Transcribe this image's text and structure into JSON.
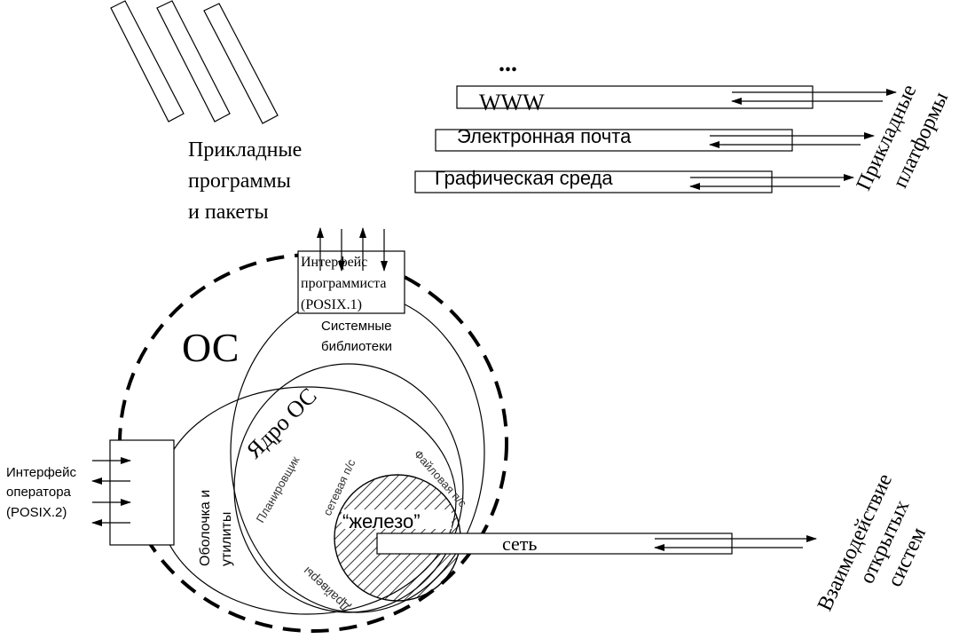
{
  "diagram": {
    "applications": {
      "line1": "Прикладные",
      "line2": "программы",
      "line3": "и пакеты"
    },
    "platform_items": {
      "ellipsis": "...",
      "www": "WWW",
      "email": "Электронная почта",
      "graphics": "Графическая среда"
    },
    "platforms": {
      "line1": "Прикладные",
      "line2": "платформы"
    },
    "programmer_interface": {
      "line1": "Интерфейс",
      "line2": "программиста",
      "line3": "(POSIX.1)"
    },
    "system_libraries": {
      "line1": "Системные",
      "line2": "библиотеки"
    },
    "os_label": "ОС",
    "kernel_label": "Ядро ОС",
    "shell": {
      "line1": "Оболочка и",
      "line2": "утилиты"
    },
    "operator_interface": {
      "line1": "Интерфейс",
      "line2": "оператора",
      "line3": "(POSIX.2)"
    },
    "scheduler": "Планировщик",
    "network_subsystem": "сетевая п/с",
    "file_subsystem": "Файловая п/с",
    "hardware": "“железо”",
    "drivers": "Драйверы",
    "network": "сеть",
    "open_systems": {
      "line1": "Взаимодействие",
      "line2": "открытых",
      "line3": "систем"
    },
    "colors": {
      "stroke": "#000000",
      "background": "#ffffff"
    }
  }
}
